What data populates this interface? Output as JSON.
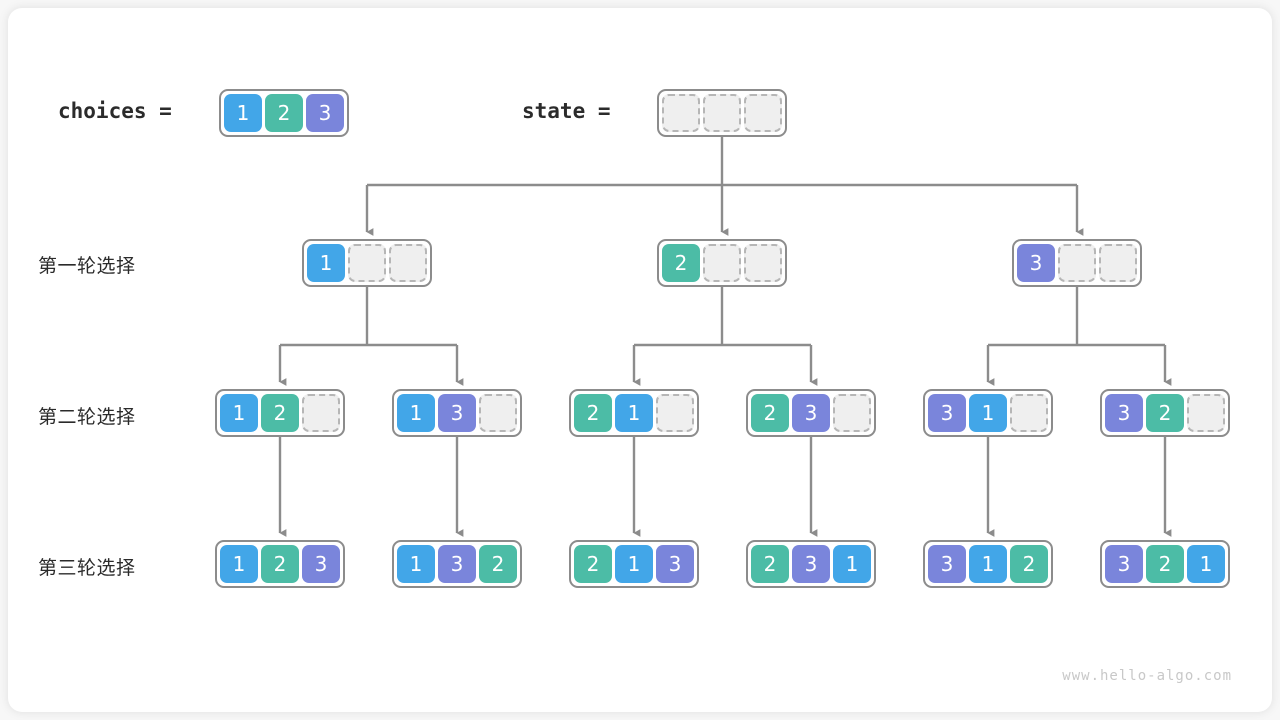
{
  "diagram": {
    "title_hidden": "",
    "watermark": "www.hello-algo.com",
    "colors": {
      "blue": "#42a6e8",
      "teal": "#4cbca6",
      "purple": "#7a85db",
      "empty_fill": "#efefef",
      "empty_border": "#b6b6b6",
      "container_border": "#8c8c8c",
      "connector": "#8c8c8c",
      "text": "#2b2b2b",
      "watermark": "#c8c8c8",
      "card": "#ffffff",
      "page": "#f7f7f7"
    },
    "legend": {
      "choices_label": "choices =",
      "state_label": "state ="
    },
    "row_labels": [
      "第一轮选择",
      "第二轮选择",
      "第三轮选择"
    ],
    "choices_values": [
      "1",
      "2",
      "3"
    ],
    "state_values": [
      "",
      "",
      ""
    ],
    "levels": [
      {
        "label": "第一轮选择",
        "nodes": [
          {
            "values": [
              "1",
              "",
              ""
            ]
          },
          {
            "values": [
              "2",
              "",
              ""
            ]
          },
          {
            "values": [
              "3",
              "",
              ""
            ]
          }
        ]
      },
      {
        "label": "第二轮选择",
        "nodes": [
          {
            "values": [
              "1",
              "2",
              ""
            ]
          },
          {
            "values": [
              "1",
              "3",
              ""
            ]
          },
          {
            "values": [
              "2",
              "1",
              ""
            ]
          },
          {
            "values": [
              "2",
              "3",
              ""
            ]
          },
          {
            "values": [
              "3",
              "1",
              ""
            ]
          },
          {
            "values": [
              "3",
              "2",
              ""
            ]
          }
        ]
      },
      {
        "label": "第三轮选择",
        "nodes": [
          {
            "values": [
              "1",
              "2",
              "3"
            ]
          },
          {
            "values": [
              "1",
              "3",
              "2"
            ]
          },
          {
            "values": [
              "2",
              "1",
              "3"
            ]
          },
          {
            "values": [
              "2",
              "3",
              "1"
            ]
          },
          {
            "values": [
              "3",
              "1",
              "2"
            ]
          },
          {
            "values": [
              "3",
              "2",
              "1"
            ]
          }
        ]
      }
    ]
  }
}
